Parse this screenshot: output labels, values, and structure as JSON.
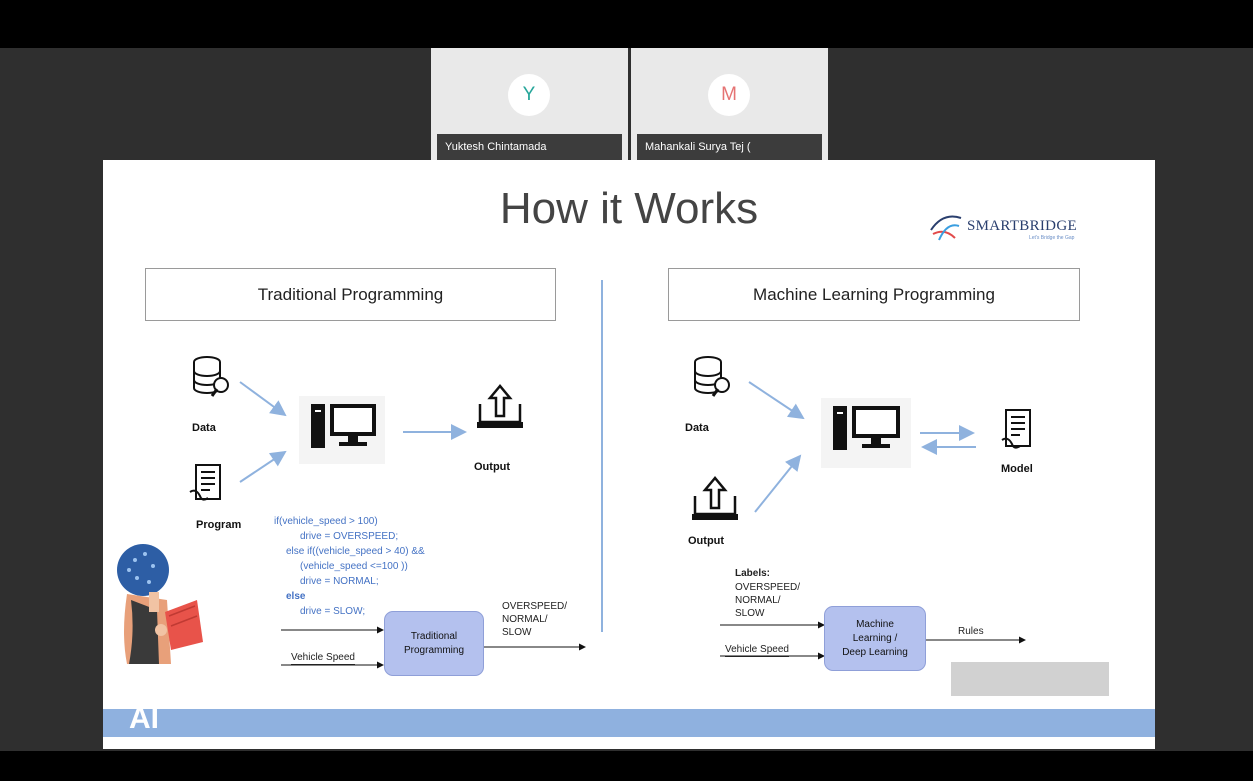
{
  "participants": [
    {
      "initial": "Y",
      "name": "Yuktesh Chintamada",
      "color": "#26a69a"
    },
    {
      "initial": "M",
      "name": "Mahankali Surya Tej (",
      "color": "#e57373"
    }
  ],
  "slide": {
    "title": "How it Works",
    "logo": {
      "brand": "SMARTBRIDGE",
      "tagline": "Let's Bridge the Gap"
    },
    "left": {
      "heading": "Traditional  Programming",
      "data_label": "Data",
      "program_label": "Program",
      "output_label": "Output",
      "code": [
        "if(vehicle_speed > 100)",
        "drive = OVERSPEED;",
        "else if((vehicle_speed > 40) &&",
        "(vehicle_speed <=100 ))",
        "drive = NORMAL;",
        "else",
        "drive = SLOW;"
      ],
      "vehicle_speed": "Vehicle Speed",
      "process": "Traditional\nProgramming",
      "result": "OVERSPEED/\nNORMAL/\nSLOW"
    },
    "right": {
      "heading": "Machine Learning  Programming",
      "data_label": "Data",
      "output_label": "Output",
      "model_label": "Model",
      "labels_title": "Labels:",
      "labels_values": "OVERSPEED/\nNORMAL/\nSLOW",
      "vehicle_speed": "Vehicle Speed",
      "process": "Machine\nLearning /\nDeep Learning",
      "rules": "Rules"
    },
    "footer_text": "AI"
  },
  "colors": {
    "accent_blue": "#8fb1df",
    "code_blue": "#4472c4",
    "process_fill": "#b4c1ee"
  }
}
